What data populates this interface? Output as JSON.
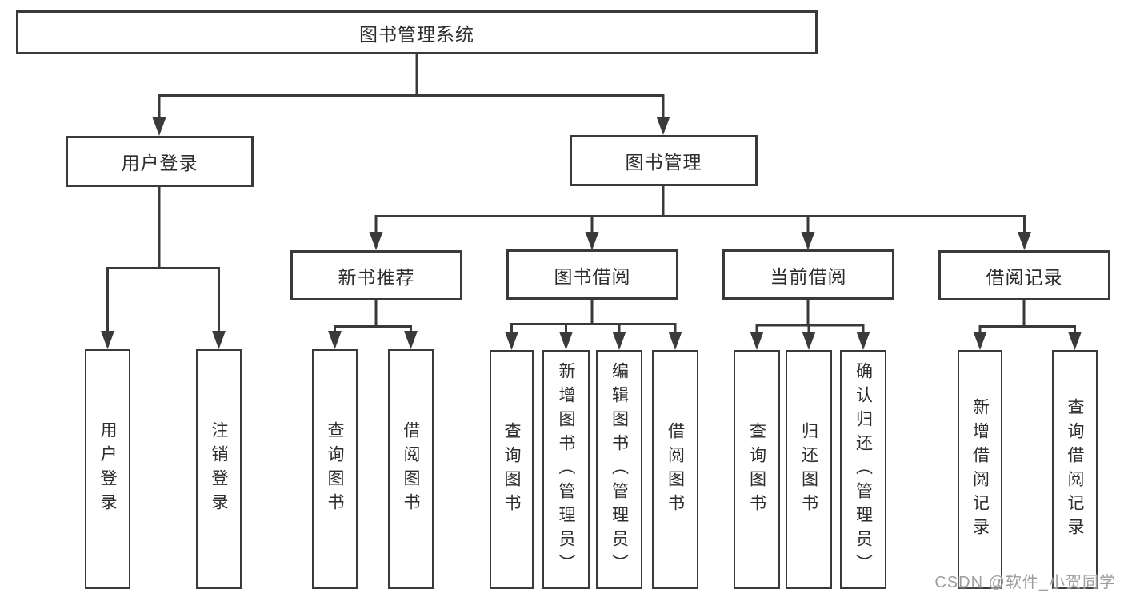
{
  "tree": {
    "label": "图书管理系统",
    "children": [
      {
        "label": "用户登录",
        "children": [
          {
            "label": "用户登录"
          },
          {
            "label": "注销登录"
          }
        ]
      },
      {
        "label": "图书管理",
        "children": [
          {
            "label": "新书推荐",
            "children": [
              {
                "label": "查询图书"
              },
              {
                "label": "借阅图书"
              }
            ]
          },
          {
            "label": "图书借阅",
            "children": [
              {
                "label": "查询图书"
              },
              {
                "label": "新增图书（管理员）"
              },
              {
                "label": "编辑图书（管理员）"
              },
              {
                "label": "借阅图书"
              }
            ]
          },
          {
            "label": "当前借阅",
            "children": [
              {
                "label": "查询图书"
              },
              {
                "label": "归还图书"
              },
              {
                "label": "确认归还（管理员）"
              }
            ]
          },
          {
            "label": "借阅记录",
            "children": [
              {
                "label": "新增借阅记录"
              },
              {
                "label": "查询借阅记录"
              }
            ]
          }
        ]
      }
    ]
  },
  "watermark": {
    "text": "CSDN @软件_小贺同学"
  },
  "colors": {
    "line": "#3a3a3a",
    "box_border": "#3a3a3a",
    "text": "#2d2d2d",
    "watermark": "#9e9e9e",
    "background": "#ffffff"
  }
}
